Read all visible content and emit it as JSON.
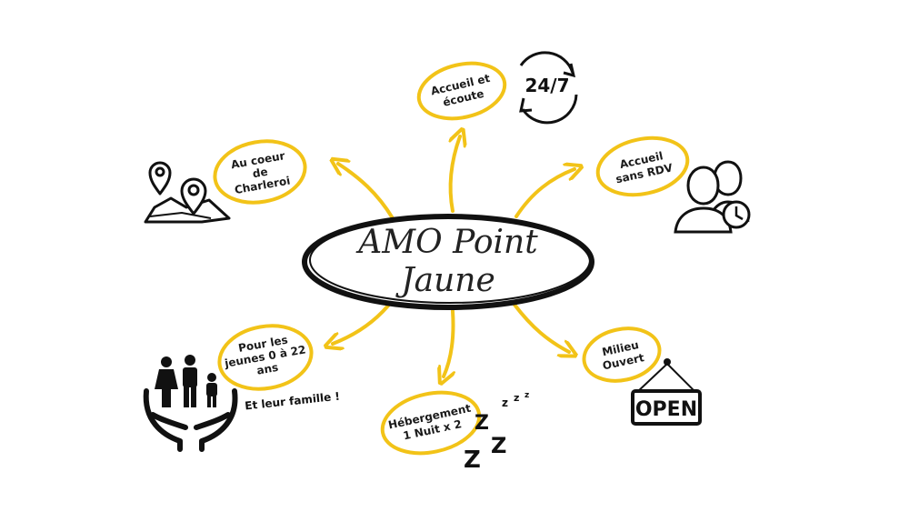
{
  "center": {
    "line1": "AMO Point",
    "line2": "Jaune"
  },
  "nodes": {
    "accueil_ecoute": [
      "Accueil et",
      "écoute"
    ],
    "accueil_sans_rdv": [
      "Accueil",
      "sans RDV"
    ],
    "au_coeur": [
      "Au coeur",
      "de",
      "Charleroi"
    ],
    "pour_les_jeunes": [
      "Pour les",
      "jeunes 0 à 22",
      "ans"
    ],
    "hebergement": [
      "Hébergement",
      "1 Nuit x 2"
    ],
    "milieu_ouvert": [
      "Milieu",
      "Ouvert"
    ]
  },
  "extras": {
    "availability": "24/7",
    "family": "Et leur famille !",
    "open_sign": "OPEN",
    "sleep_letters": [
      "z",
      "z",
      "z",
      "Z",
      "Z",
      "Z"
    ]
  },
  "colors": {
    "accent": "#F2C318",
    "ink": "#1a1a1a"
  }
}
